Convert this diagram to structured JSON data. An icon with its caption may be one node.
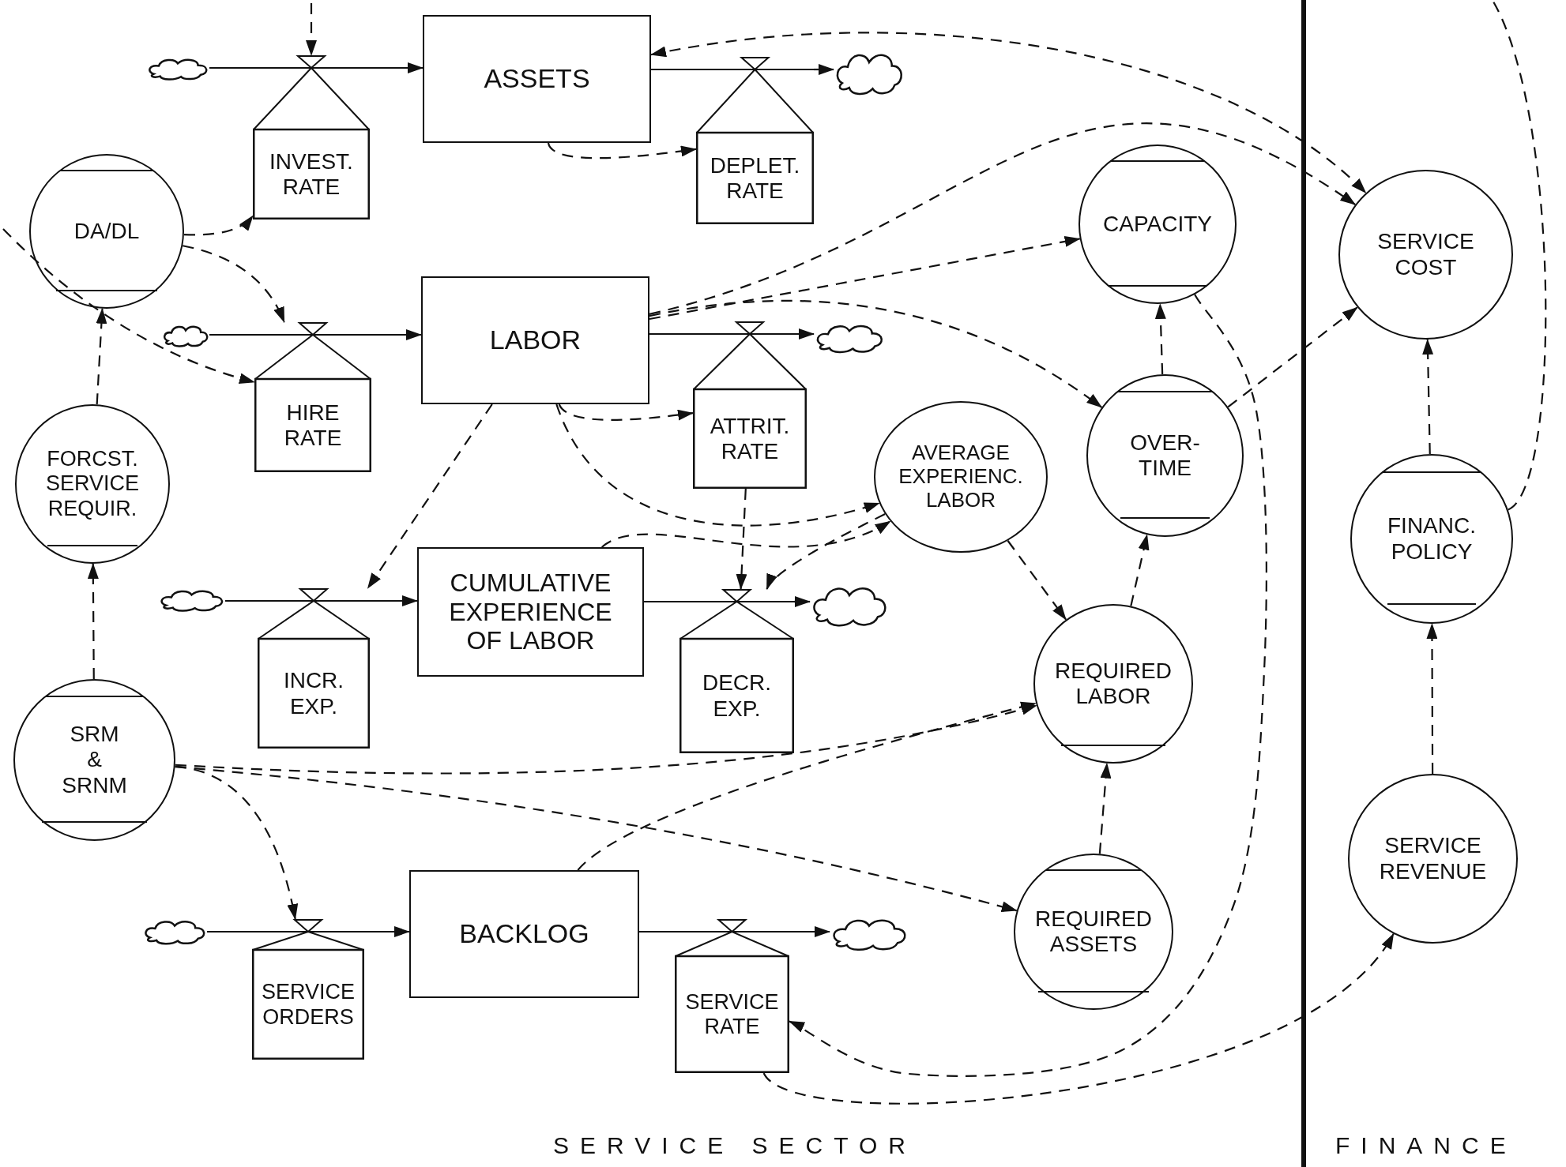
{
  "diagram": {
    "nodes": [
      {
        "text": [
          "ASSETS"
        ]
      },
      {
        "text": [
          "LABOR"
        ]
      },
      {
        "text": [
          "CUMULATIVE EXPERIENCE OF LABOR"
        ]
      },
      {
        "text": [
          "BACKLOG"
        ]
      },
      {
        "text": [
          "INVEST. RATE"
        ]
      },
      {
        "text": [
          "DEPLET. RATE"
        ]
      },
      {
        "text": [
          "HIRE RATE"
        ]
      },
      {
        "text": [
          "ATTRIT. RATE"
        ]
      },
      {
        "text": [
          "INCR. EXP."
        ]
      },
      {
        "text": [
          "DECR. EXP."
        ]
      },
      {
        "text": [
          "SERVICE ORDERS"
        ]
      },
      {
        "text": [
          "SERVICE RATE"
        ]
      },
      {
        "text": [
          "DA/DL"
        ]
      },
      {
        "text": [
          "FORCST. SERVICE REQUIR."
        ]
      },
      {
        "text": [
          "SRM & SRNM"
        ]
      },
      {
        "text": [
          "CAPACITY"
        ]
      },
      {
        "text": [
          "OVER-TIME"
        ]
      },
      {
        "text": [
          "AVERAGE EXPERIENC. LABOR"
        ]
      },
      {
        "text": [
          "REQUIRED LABOR"
        ]
      },
      {
        "text": [
          "REQUIRED ASSETS"
        ]
      },
      {
        "text": [
          "SERVICE COST"
        ]
      },
      {
        "text": [
          "FINANC. POLICY"
        ]
      },
      {
        "text": [
          "SERVICE REVENUE"
        ]
      },
      {
        "text": [],
        "shape": "cloud"
      },
      {
        "text": [],
        "shape": "cloud"
      },
      {
        "text": [],
        "shape": "cloud"
      },
      {
        "text": [],
        "shape": "cloud"
      },
      {
        "text": [],
        "shape": "cloud"
      },
      {
        "text": [],
        "shape": "cloud"
      },
      {
        "text": [],
        "shape": "cloud"
      },
      {
        "text": [],
        "shape": "cloud"
      }
    ],
    "edges": [
      {
        "from": 23,
        "to": 4,
        "arrow": "none"
      },
      {
        "from": 4,
        "to": 0,
        "arrow": "to"
      },
      {
        "from": 0,
        "to": 5,
        "arrow": "none"
      },
      {
        "from": 5,
        "to": 24,
        "arrow": "to"
      },
      {
        "from": 25,
        "to": 6,
        "arrow": "none"
      },
      {
        "from": 6,
        "to": 1,
        "arrow": "to"
      },
      {
        "from": 1,
        "to": 7,
        "arrow": "none"
      },
      {
        "from": 7,
        "to": 26,
        "arrow": "to"
      },
      {
        "from": 27,
        "to": 8,
        "arrow": "none"
      },
      {
        "from": 8,
        "to": 2,
        "arrow": "to"
      },
      {
        "from": 2,
        "to": 9,
        "arrow": "none"
      },
      {
        "from": 9,
        "to": 28,
        "arrow": "to"
      },
      {
        "from": 29,
        "to": 10,
        "arrow": "none"
      },
      {
        "from": 10,
        "to": 3,
        "arrow": "to"
      },
      {
        "from": 3,
        "to": 11,
        "arrow": "none"
      },
      {
        "from": 11,
        "to": 30,
        "arrow": "to"
      },
      {
        "from": null,
        "to": 4,
        "arrow": "to",
        "style": "dashed"
      },
      {
        "from": 0,
        "to": 5,
        "arrow": "to",
        "style": "dashed"
      },
      {
        "from": 12,
        "to": 4,
        "arrow": "to",
        "style": "dashed"
      },
      {
        "from": 12,
        "to": 6,
        "arrow": "to",
        "style": "dashed"
      },
      {
        "from": 13,
        "to": 12,
        "arrow": "to",
        "style": "dashed"
      },
      {
        "from": 14,
        "to": 13,
        "arrow": "to",
        "style": "dashed"
      },
      {
        "from": null,
        "to": 6,
        "arrow": "to",
        "style": "dashed"
      },
      {
        "from": 1,
        "to": 7,
        "arrow": "to",
        "style": "dashed"
      },
      {
        "from": 1,
        "to": 8,
        "arrow": "to",
        "style": "dashed"
      },
      {
        "from": 1,
        "to": 15,
        "arrow": "to",
        "style": "dashed"
      },
      {
        "from": 1,
        "to": 16,
        "arrow": "to",
        "style": "dashed"
      },
      {
        "from": 1,
        "to": 20,
        "arrow": "to",
        "style": "dashed"
      },
      {
        "from": 0,
        "to": 20,
        "arrow": "both",
        "style": "dashed"
      },
      {
        "from": 21,
        "to": null,
        "arrow": "none",
        "style": "dashed"
      },
      {
        "from": 16,
        "to": 15,
        "arrow": "to",
        "style": "dashed"
      },
      {
        "from": 16,
        "to": 20,
        "arrow": "to",
        "style": "dashed"
      },
      {
        "from": 21,
        "to": 20,
        "arrow": "to",
        "style": "dashed"
      },
      {
        "from": 22,
        "to": 21,
        "arrow": "to",
        "style": "dashed"
      },
      {
        "from": 15,
        "to": 11,
        "arrow": "to",
        "style": "dashed"
      },
      {
        "from": 11,
        "to": 22,
        "arrow": "to",
        "style": "dashed"
      },
      {
        "from": 14,
        "to": 10,
        "arrow": "to",
        "style": "dashed"
      },
      {
        "from": 14,
        "to": 18,
        "arrow": "to",
        "style": "dashed"
      },
      {
        "from": 14,
        "to": 19,
        "arrow": "to",
        "style": "dashed"
      },
      {
        "from": 3,
        "to": 18,
        "arrow": "to",
        "style": "dashed"
      },
      {
        "from": 7,
        "to": 9,
        "arrow": "to",
        "style": "dashed"
      },
      {
        "from": 1,
        "to": 17,
        "arrow": "to",
        "style": "dashed"
      },
      {
        "from": 2,
        "to": 17,
        "arrow": "to",
        "style": "dashed"
      },
      {
        "from": 17,
        "to": 9,
        "arrow": "to",
        "style": "dashed"
      },
      {
        "from": 17,
        "to": 18,
        "arrow": "to",
        "style": "dashed"
      },
      {
        "from": 18,
        "to": 16,
        "arrow": "to",
        "style": "dashed"
      },
      {
        "from": 19,
        "to": 18,
        "arrow": "to",
        "style": "dashed"
      }
    ],
    "labels": [
      "SERVICE SECTOR",
      "FINANCE"
    ]
  }
}
